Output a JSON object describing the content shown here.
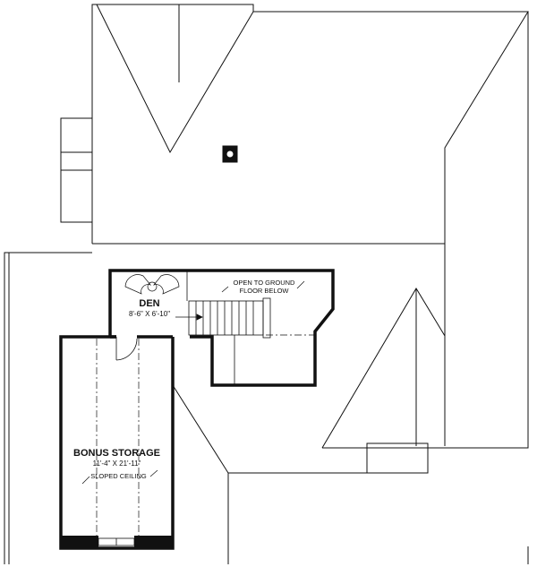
{
  "plan": {
    "rooms": [
      {
        "name": "DEN",
        "dimensions": "8'-6\" X 6'-10\""
      },
      {
        "name": "BONUS STORAGE",
        "dimensions": "11'-4\" X 21'-11\""
      }
    ],
    "notes": {
      "open_to_below_line1": "OPEN TO GROUND",
      "open_to_below_line2": "FLOOR BELOW",
      "sloped_ceiling": "SLOPED CEILING"
    },
    "colors": {
      "line": "#111111",
      "background": "#ffffff"
    }
  }
}
